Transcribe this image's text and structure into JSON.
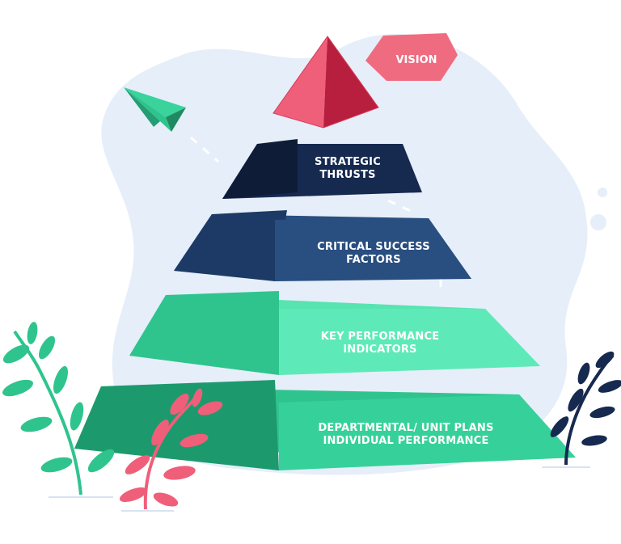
{
  "diagram": {
    "vision": {
      "label": "VISION"
    },
    "tiers": [
      {
        "line1": "STRATEGIC",
        "line2": "THRUSTS"
      },
      {
        "line1": "CRITICAL SUCCESS",
        "line2": "FACTORS"
      },
      {
        "line1": "KEY PERFORMANCE",
        "line2": "INDICATORS"
      },
      {
        "line1": "DEPARTMENTAL/ UNIT PLANS",
        "line2": "INDIVIDUAL PERFORMANCE"
      }
    ]
  },
  "colors": {
    "background_blob": "#e6eef9",
    "vision_pyramid": "#e8516a",
    "vision_bubble": "#ef6c80",
    "tier_strategic": "#16294f",
    "tier_critical": "#294e80",
    "tier_kpi": "#57e4b1",
    "tier_departmental": "#2fc48e",
    "plant_green": "#2fc48e",
    "plant_pink": "#ef5f79",
    "plant_navy": "#16294f",
    "paper_plane": "#2fc48e"
  }
}
